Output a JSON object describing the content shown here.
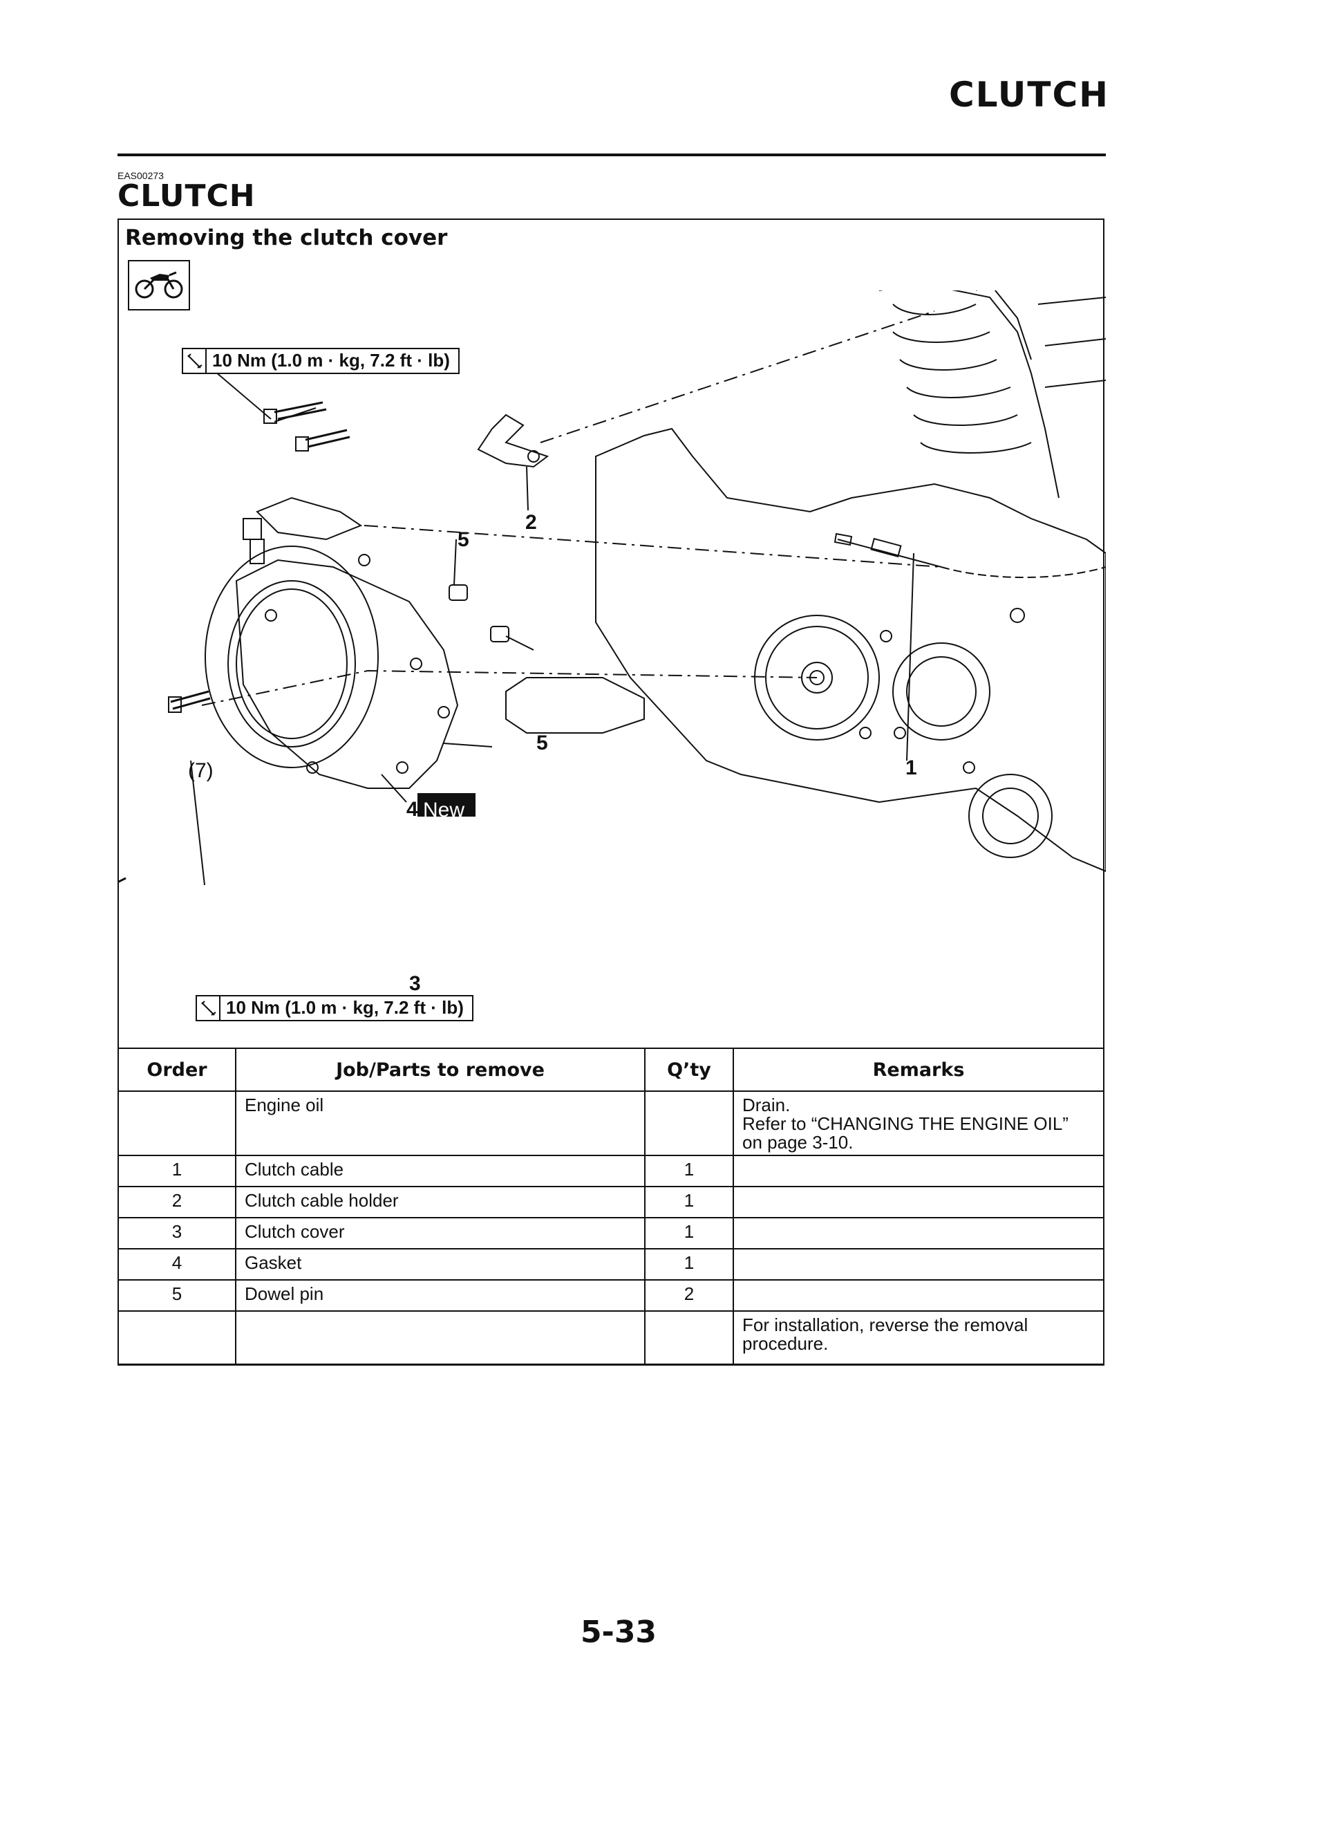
{
  "header": {
    "title": "CLUTCH"
  },
  "section": {
    "code": "EAS00273",
    "title": "CLUTCH",
    "subtitle": "Removing the clutch cover"
  },
  "icons": {
    "tool_icon": "motorcycle-icon",
    "torque_icon": "torque-wrench-icon"
  },
  "diagram": {
    "torque_top": "10 Nm (1.0 m · kg, 7.2 ft · lb)",
    "torque_bottom": "10 Nm (1.0 m · kg, 7.2 ft · lb)",
    "callouts": {
      "c1": "1",
      "c2": "2",
      "c3": "3",
      "c4": "4",
      "c5a": "5",
      "c5b": "5",
      "c7": "(7)"
    },
    "new_badge": "New"
  },
  "table": {
    "headers": {
      "order": "Order",
      "job": "Job/Parts to remove",
      "qty": "Q’ty",
      "remarks": "Remarks"
    },
    "rows": [
      {
        "order": "",
        "job": "Engine oil",
        "qty": "",
        "remarks": [
          "Drain.",
          "Refer to “CHANGING THE ENGINE OIL”",
          "on page 3-10."
        ]
      },
      {
        "order": "1",
        "job": "Clutch cable",
        "qty": "1",
        "remarks": []
      },
      {
        "order": "2",
        "job": "Clutch cable holder",
        "qty": "1",
        "remarks": []
      },
      {
        "order": "3",
        "job": "Clutch cover",
        "qty": "1",
        "remarks": []
      },
      {
        "order": "4",
        "job": "Gasket",
        "qty": "1",
        "remarks": []
      },
      {
        "order": "5",
        "job": "Dowel pin",
        "qty": "2",
        "remarks": []
      },
      {
        "order": "",
        "job": "",
        "qty": "",
        "remarks": [
          "For installation, reverse the removal",
          "procedure."
        ]
      }
    ]
  },
  "footer": {
    "page_number": "5-33"
  }
}
